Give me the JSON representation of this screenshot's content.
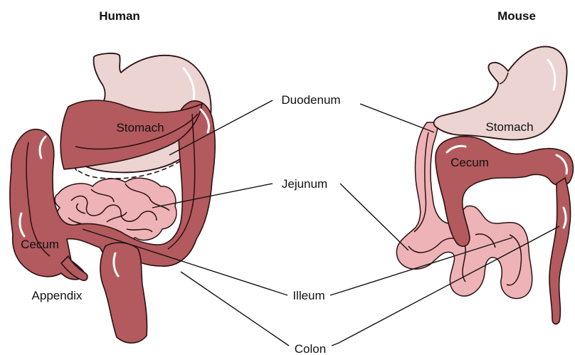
{
  "titles": {
    "human": "Human",
    "mouse": "Mouse"
  },
  "labels": {
    "human_stomach": "Stomach",
    "human_cecum": "Cecum",
    "human_appendix": "Appendix",
    "mouse_stomach": "Stomach",
    "mouse_cecum": "Cecum",
    "duodenum": "Duodenum",
    "jejunum": "Jejunum",
    "ileum": "Illeum",
    "colon": "Colon"
  },
  "colors": {
    "colon_dark": "#b35a5e",
    "intestine_light": "#eeb3b6",
    "stomach": "#ecd4d3",
    "outline": "#2a1010"
  }
}
